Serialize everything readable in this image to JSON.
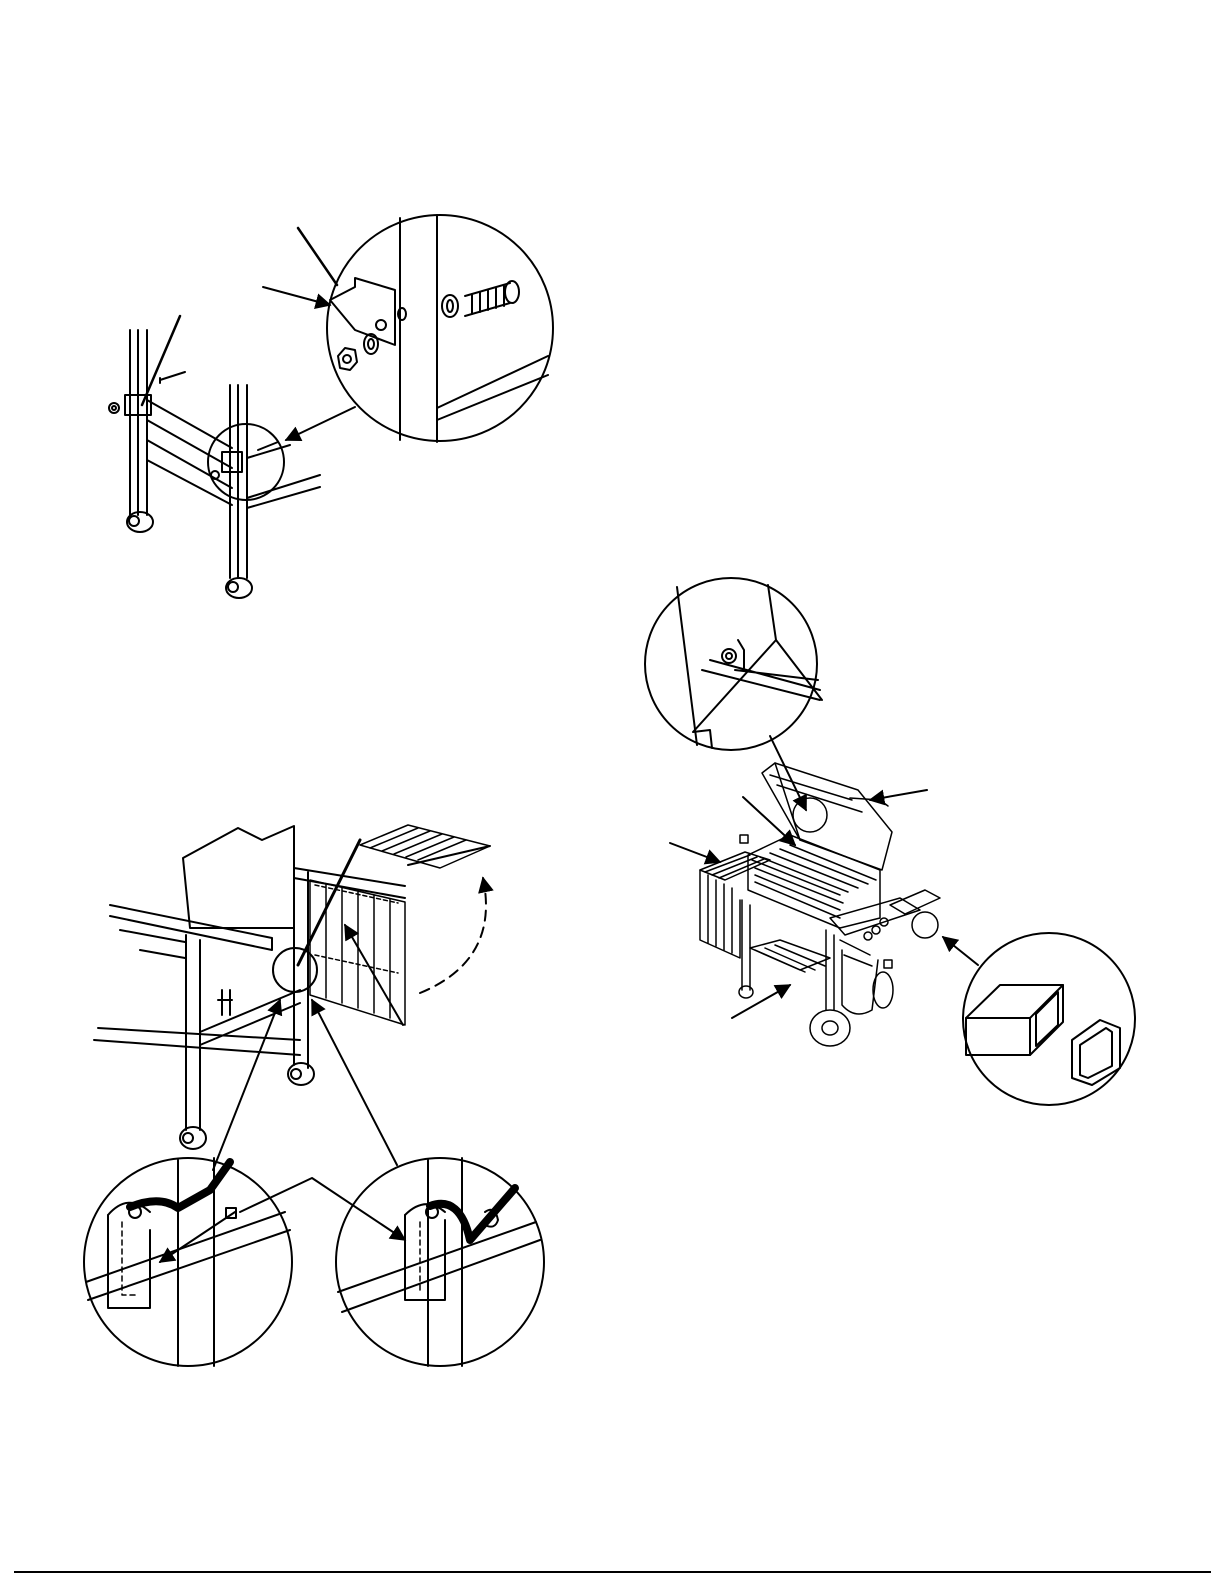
{
  "page": {
    "title": "",
    "footer_rule": true
  },
  "figures": [
    {
      "id": "figure-1",
      "depicts": "frame-leg-bracket-bolt-assembly"
    },
    {
      "id": "figure-2",
      "depicts": "work-surface-hinge-bracket-assembly"
    },
    {
      "id": "figure-3",
      "depicts": "assembled-gas-grill-with-end-caps"
    }
  ]
}
